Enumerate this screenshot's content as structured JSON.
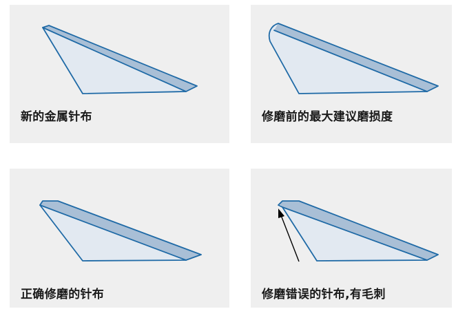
{
  "panels": [
    {
      "caption": "新的金属针布"
    },
    {
      "caption": "修磨前的最大建议磨损度"
    },
    {
      "caption": "正确修磨的针布"
    },
    {
      "caption": "修磨错误的针布,有毛刺"
    }
  ],
  "colors": {
    "panel_bg": "#efefef",
    "outline": "#1f6aa6",
    "face_fill": "#e2e9f1",
    "bevel_fill": "#a9bfd6",
    "arrow": "#000000"
  }
}
